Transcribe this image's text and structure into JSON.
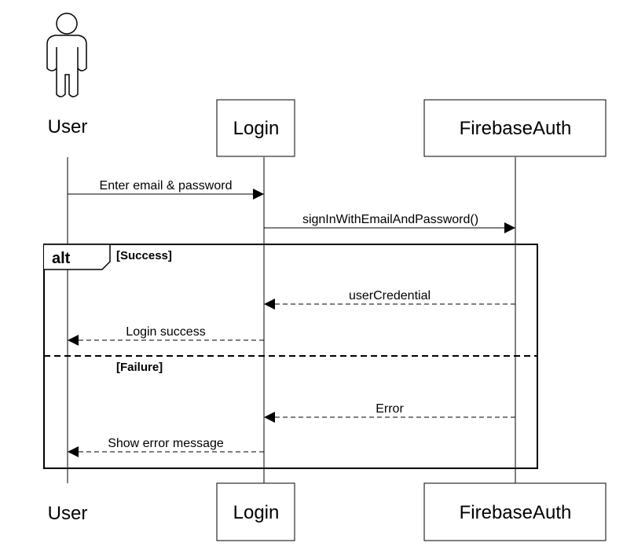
{
  "actor": {
    "label": "User"
  },
  "participants": {
    "login": "Login",
    "firebase": "FirebaseAuth"
  },
  "messages": {
    "m1": "Enter email & password",
    "m2": "signInWithEmailAndPassword()",
    "m3": "userCredential",
    "m4": "Login success",
    "m5": "Error",
    "m6": "Show error message"
  },
  "fragment": {
    "keyword": "alt",
    "guard_success": "[Success]",
    "guard_failure": "[Failure]"
  }
}
